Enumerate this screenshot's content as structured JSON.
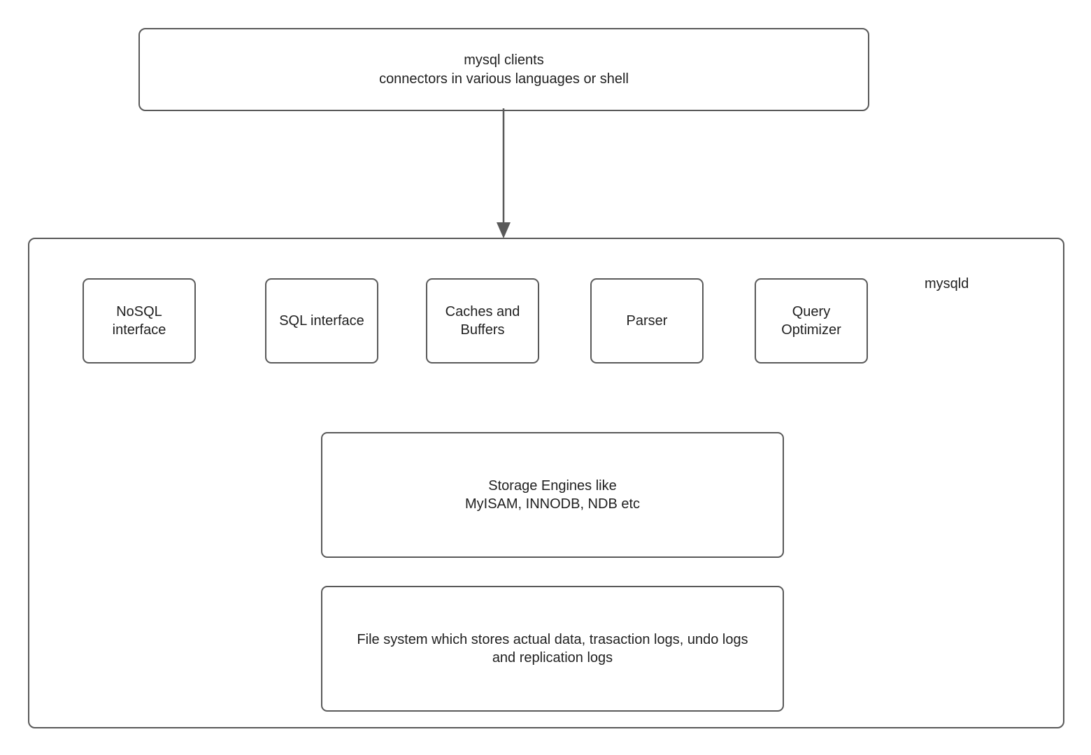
{
  "diagram": {
    "type": "architecture-block-diagram",
    "subject": "MySQL server architecture",
    "colors": {
      "stroke": "#595959",
      "fill": "#ffffff",
      "text": "#1f1f1f"
    },
    "nodes": {
      "clients": {
        "label": "mysql clients\nconnectors in various languages or shell",
        "line1": "mysql clients",
        "line2": "connectors in various languages or shell"
      },
      "mysqld_label": "mysqld",
      "components": [
        {
          "id": "nosql-interface",
          "label": "NoSQL\ninterface"
        },
        {
          "id": "sql-interface",
          "label": "SQL interface"
        },
        {
          "id": "caches-buffers",
          "label": "Caches and\nBuffers"
        },
        {
          "id": "parser",
          "label": "Parser"
        },
        {
          "id": "query-optimizer",
          "label": "Query\nOptimizer"
        }
      ],
      "storage_engines": {
        "label": "Storage Engines like\nMyISAM, INNODB, NDB etc"
      },
      "file_system": {
        "label": "File system which stores actual data, trasaction logs, undo logs\nand replication logs"
      }
    },
    "edges": [
      {
        "id": "clients-to-mysqld",
        "from": "clients",
        "to": "mysqld",
        "style": "solid",
        "arrowhead": "filled-triangle",
        "label": ""
      }
    ]
  }
}
